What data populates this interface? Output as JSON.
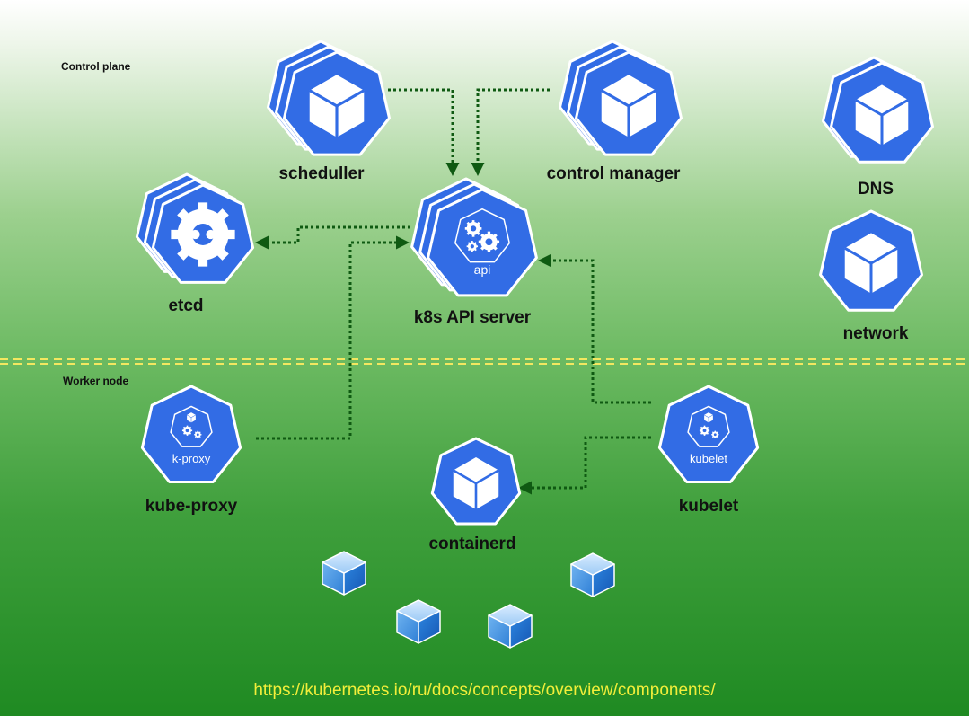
{
  "sections": {
    "control_plane": "Control plane",
    "worker_node": "Worker node"
  },
  "nodes": {
    "scheduler": {
      "label": "scheduller",
      "icon": "cube-stack-icon"
    },
    "control_manager": {
      "label": "control manager",
      "icon": "cube-stack-icon"
    },
    "dns": {
      "label": "DNS",
      "icon": "cube-stack-icon"
    },
    "network": {
      "label": "network",
      "icon": "cube-icon"
    },
    "etcd": {
      "label": "etcd",
      "icon": "etcd-icon"
    },
    "api_server": {
      "label": "k8s API server",
      "inner_text": "api",
      "icon": "gears-icon"
    },
    "kube_proxy": {
      "label": "kube-proxy",
      "inner_text": "k-proxy",
      "icon": "proxy-icon"
    },
    "kubelet": {
      "label": "kubelet",
      "inner_text": "kubelet",
      "icon": "kubelet-icon"
    },
    "containerd": {
      "label": "containerd",
      "icon": "cube-icon"
    }
  },
  "url": "https://kubernetes.io/ru/docs/concepts/overview/components/",
  "colors": {
    "heptagon_fill": "#326ce5",
    "heptagon_border": "#ffffff",
    "connector": "#0f5a12",
    "divider": "#f3e760",
    "url_text": "#f2ee3a"
  }
}
